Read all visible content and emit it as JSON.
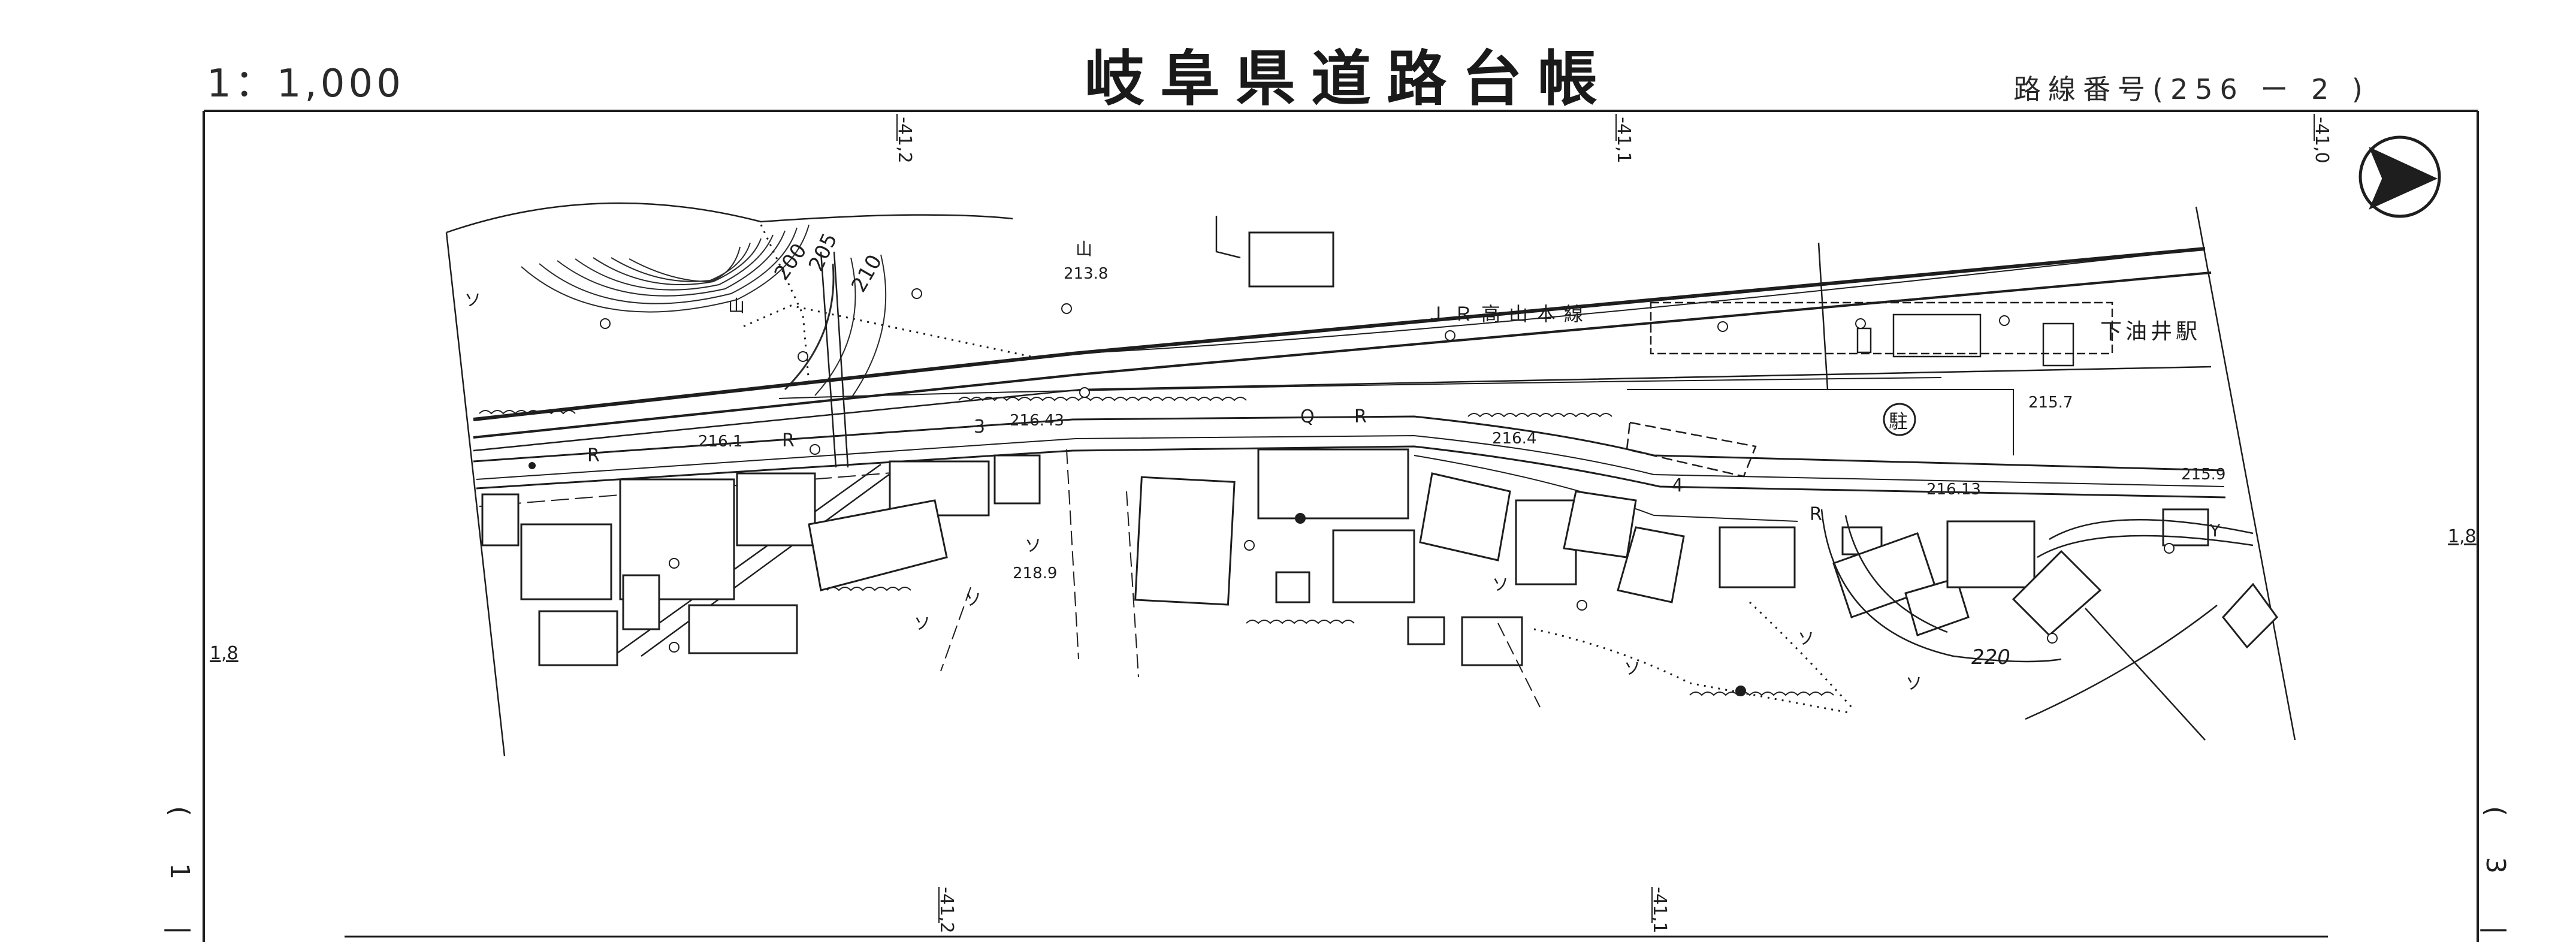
{
  "header": {
    "scale": "1：1,000",
    "title": "岐阜県道路台帳",
    "route_label": "路線番号",
    "route_number": "(256 ー 2 )"
  },
  "map": {
    "railway_label": "ＪＲ高山本線",
    "station_label": "下油井駅",
    "parking_symbol": "駐",
    "grid_top": [
      "-41,2",
      "-41,1",
      "-41,0"
    ],
    "grid_bottom": [
      "-41,2",
      "-41,1"
    ],
    "grid_left": "1,8",
    "grid_right": "1,8",
    "margin_left": [
      "(",
      "1",
      "|"
    ],
    "margin_right": [
      "(",
      "3",
      "|"
    ],
    "elevations": [
      "213.8",
      "216.1",
      "216.43",
      "216.4",
      "216.13",
      "215.9",
      "215.7",
      "218.9"
    ],
    "contours": [
      "200",
      "205",
      "210",
      "220"
    ],
    "road_marks": [
      "R",
      "R",
      "R",
      "R",
      "3",
      "4",
      "Q"
    ],
    "symbols": [
      "山",
      "ソ",
      "Y"
    ]
  },
  "colors": {
    "ink": "#1e1e1e",
    "paper": "#ffffff"
  }
}
